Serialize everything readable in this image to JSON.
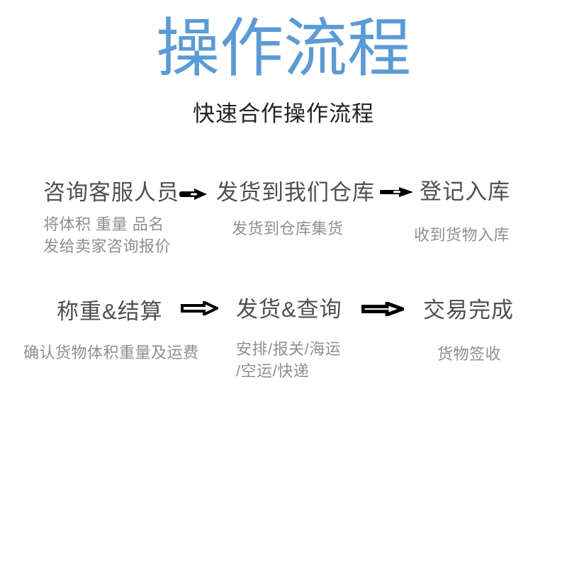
{
  "colors": {
    "background": "#ffffff",
    "title_blue": "#5b9bd5",
    "subtitle_text": "#222222",
    "step_label_text": "#4f4f4f",
    "step_subtext": "#8f8f8f",
    "arrow_black": "#000000"
  },
  "header": {
    "title": "操作流程",
    "subtitle": "快速合作操作流程"
  },
  "flow": {
    "rows": [
      {
        "steps": [
          {
            "label": "咨询客服人员",
            "sub_lines": [
              "将体积 重量 品名",
              "发给卖家咨询报价"
            ]
          },
          {
            "label": "发货到我们仓库",
            "sub_lines": [
              "发货到仓库集货"
            ]
          },
          {
            "label": "登记入库",
            "sub_lines": [
              "收到货物入库"
            ]
          }
        ],
        "arrows": [
          {
            "icon": "right-arrow-icon",
            "style": "filled"
          },
          {
            "icon": "right-arrow-icon",
            "style": "filled"
          }
        ]
      },
      {
        "steps": [
          {
            "label": "称重&结算",
            "sub_lines": [
              "确认货物体积重量及运费"
            ]
          },
          {
            "label": "发货&查询",
            "sub_lines": [
              "安排/报关/海运",
              "/空运/快递"
            ]
          },
          {
            "label": "交易完成",
            "sub_lines": [
              "货物签收"
            ]
          }
        ],
        "arrows": [
          {
            "icon": "right-arrow-icon",
            "style": "outline"
          },
          {
            "icon": "right-arrow-icon",
            "style": "outline"
          }
        ]
      }
    ]
  }
}
